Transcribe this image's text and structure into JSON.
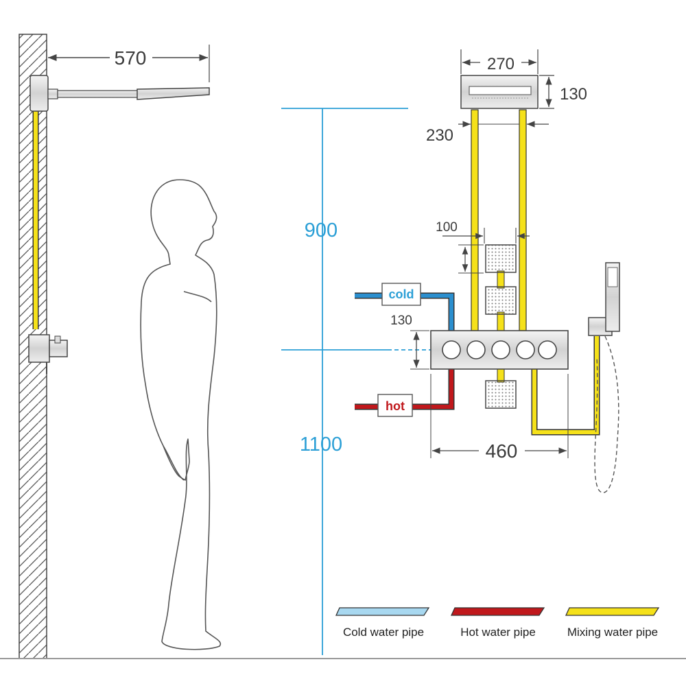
{
  "dimensions": {
    "arm_length": "570",
    "head_width": "270",
    "head_height": "130",
    "pipe_spacing": "230",
    "jet_spacing": "100",
    "valve_height": "130",
    "valve_width": "460",
    "height_upper": "900",
    "height_lower": "1100"
  },
  "labels": {
    "cold_tag": "cold",
    "hot_tag": "hot"
  },
  "legend": [
    {
      "label": "Cold water pipe",
      "color": "#a8d8f0"
    },
    {
      "label": "Hot water pipe",
      "color": "#c0181c"
    },
    {
      "label": "Mixing water pipe",
      "color": "#f5e11a"
    }
  ],
  "colors": {
    "cold_pipe": "#2b8fcf",
    "hot_pipe": "#c0181c",
    "mixing_pipe": "#f5e11a",
    "dimension_blue": "#2b9fd6"
  }
}
